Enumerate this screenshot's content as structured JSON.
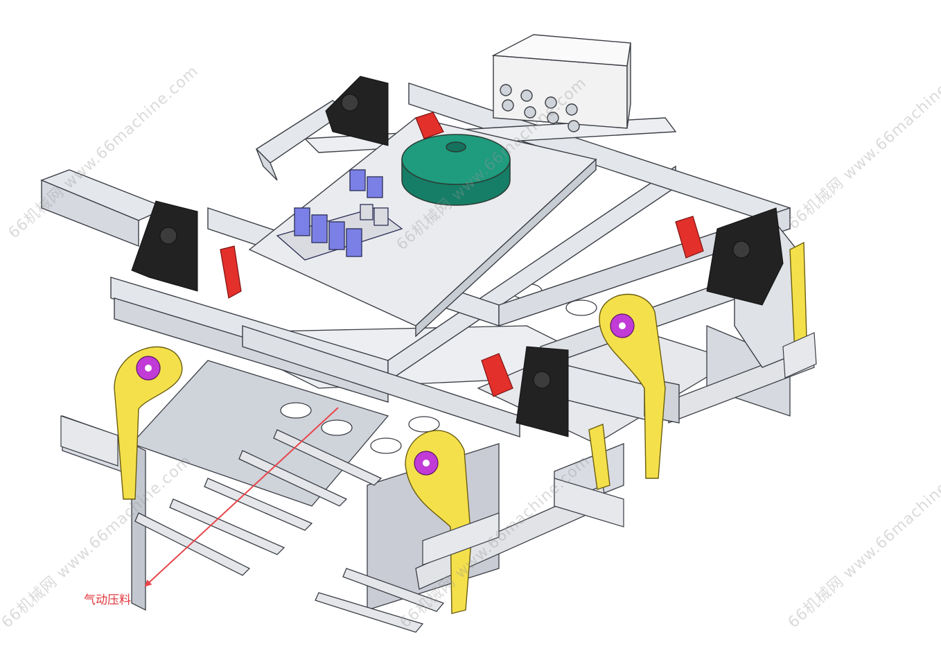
{
  "annotation": {
    "label": "气动压料",
    "arrow_color": "#e8454a"
  },
  "watermark": {
    "text": "66机械网 www.66machine.com",
    "text_cut": "66machine"
  },
  "colors": {
    "frame": "#dfe2e6",
    "frame_edge": "#3a3d44",
    "rotary": "#1f9b7e",
    "valves": "#7b80e6",
    "clamp_red": "#e3302b",
    "arm_yellow": "#f4e04b",
    "bracket_black": "#222222",
    "plate_gray": "#c9ccd4",
    "hub_magenta": "#c13bd6"
  }
}
